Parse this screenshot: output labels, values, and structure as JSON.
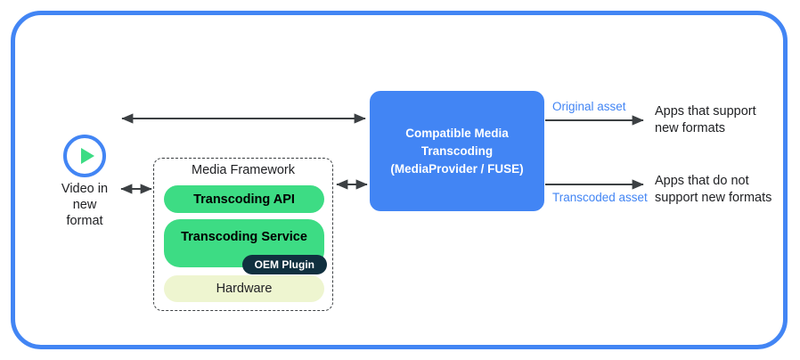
{
  "diagram": {
    "title_hidden": "",
    "colors": {
      "frame_blue": "#4285f4",
      "node_blue": "#4285f4",
      "green": "#3ddc84",
      "navy": "#10303f",
      "pale_yellow": "#eef5d0",
      "arrow_gray": "#3c4043",
      "text_dark": "#202124"
    },
    "source": {
      "icon": "play-circle-icon",
      "caption": "Video in\nnew\nformat",
      "caption_lines": [
        "Video in",
        "new",
        "format"
      ]
    },
    "media_framework": {
      "title": "Media Framework",
      "layers": [
        {
          "label": "Transcoding API",
          "style": "green"
        },
        {
          "label": "Transcoding Service",
          "style": "green",
          "badge": "OEM Plugin"
        },
        {
          "label": "Hardware",
          "style": "pale"
        }
      ],
      "badge_label": "OEM Plugin"
    },
    "central_node": {
      "lines": [
        "Compatible Media",
        "Transcoding",
        "(MediaProvider / FUSE)"
      ],
      "text": "Compatible Media Transcoding (MediaProvider / FUSE)"
    },
    "flows": [
      {
        "label": "Original asset",
        "destination": "Apps that support new formats",
        "destination_lines": [
          "Apps that support",
          "new formats"
        ]
      },
      {
        "label": "Transcoded asset",
        "destination": "Apps that do not support new formats",
        "destination_lines": [
          "Apps that do not",
          "support new formats"
        ]
      }
    ],
    "connectors": [
      {
        "name": "video-to-cmt",
        "type": "double-arrow"
      },
      {
        "name": "video-to-framework",
        "type": "double-arrow"
      },
      {
        "name": "framework-to-cmt",
        "type": "double-arrow"
      },
      {
        "name": "cmt-to-apps-support",
        "type": "single-arrow"
      },
      {
        "name": "cmt-to-apps-nosupport",
        "type": "single-arrow"
      }
    ]
  }
}
